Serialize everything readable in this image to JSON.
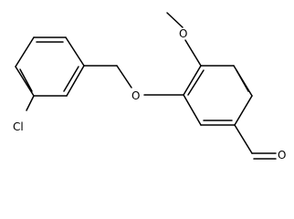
{
  "atoms": {
    "chlorine": "Cl",
    "ether_oxygen": "O",
    "methoxy_oxygen": "O",
    "aldehyde_oxygen": "O"
  },
  "colors": {
    "bond": "#000000",
    "label": "#000000",
    "background": "#ffffff"
  }
}
